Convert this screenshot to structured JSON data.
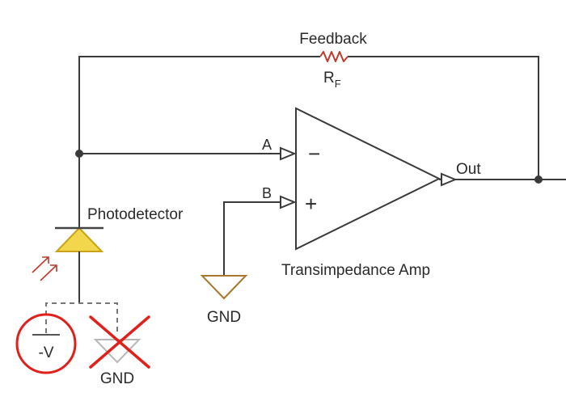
{
  "labels": {
    "feedback": "Feedback",
    "rf_main": "R",
    "rf_sub": "F",
    "input_a": "A",
    "input_b": "B",
    "minus": "−",
    "plus": "+",
    "output": "Out",
    "photodetector": "Photodetector",
    "amp": "Transimpedance Amp",
    "gnd_b": "GND",
    "neg_v": "-V",
    "gnd_pd": "GND"
  },
  "colors": {
    "wire": "#3a3a3a",
    "diode_fill": "#f2d64b",
    "diode_stroke": "#c9a21a",
    "resistor": "#c0392b",
    "light_arrow": "#c0392b",
    "annotation_red": "#e0201b",
    "ground_stroke": "#a8772a",
    "crossed_ground": "#b8b8b8"
  },
  "annotations": {
    "neg_v_circled": true,
    "pd_ground_crossed_out": true
  }
}
